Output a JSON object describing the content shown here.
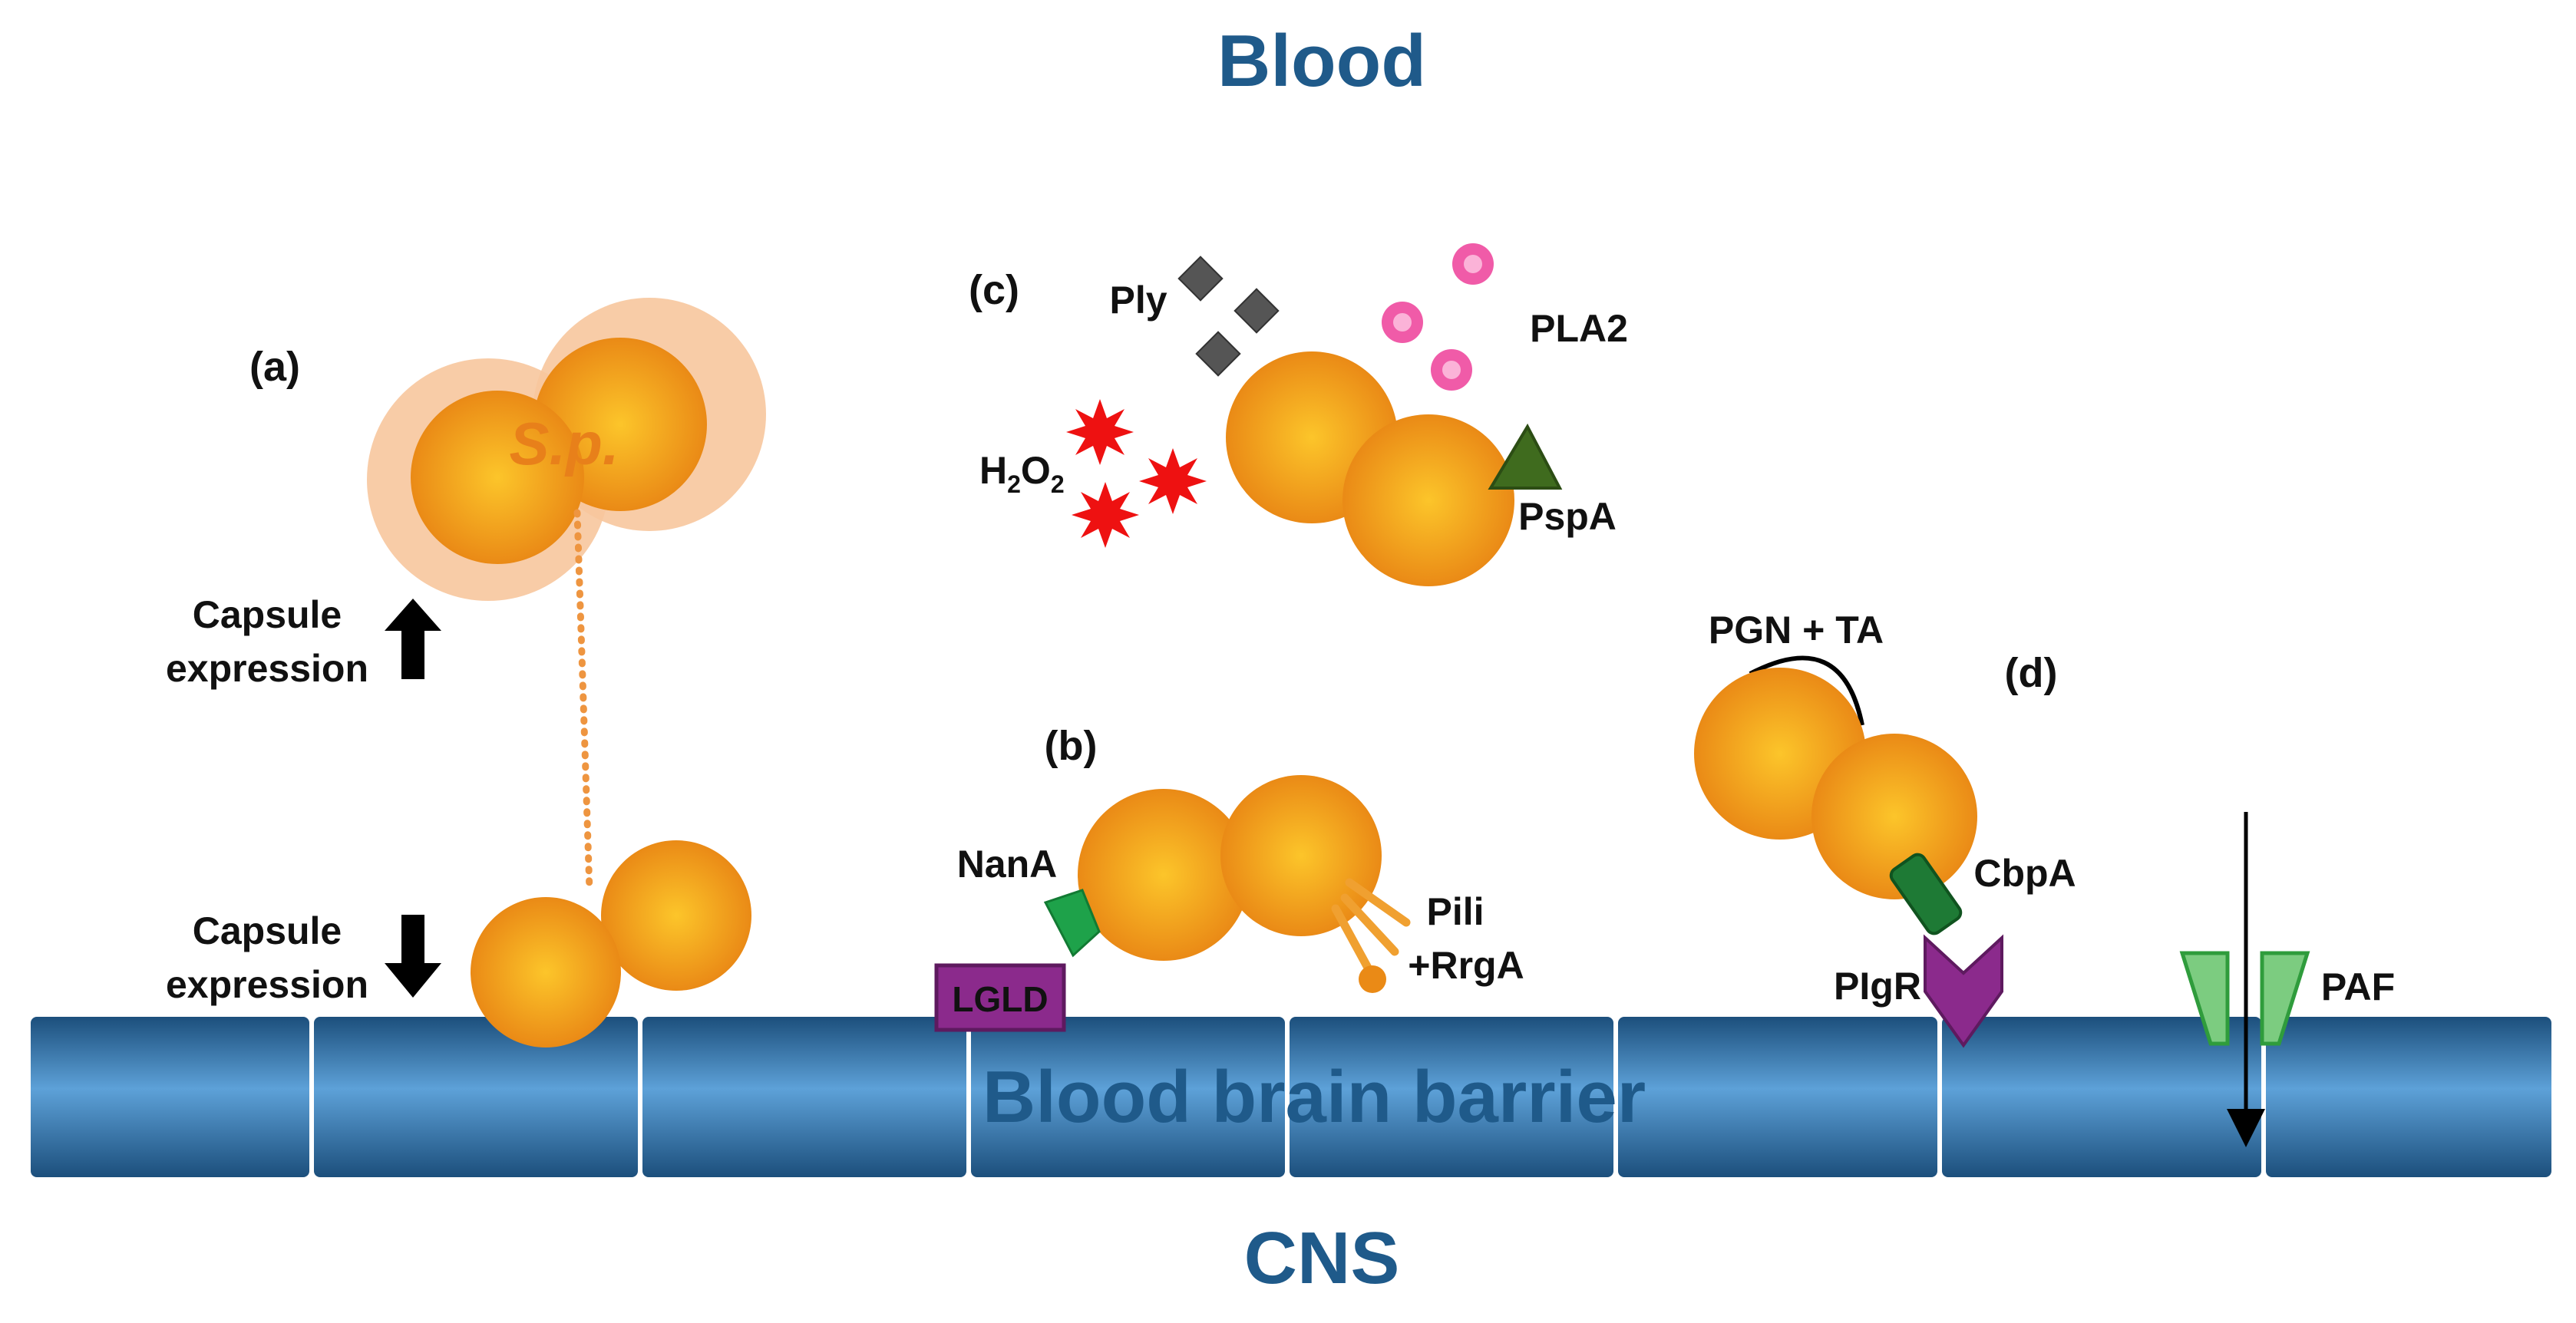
{
  "regions": {
    "top": "Blood",
    "barrier": "Blood brain barrier",
    "bottom": "CNS"
  },
  "panels": {
    "a": "(a)",
    "b": "(b)",
    "c": "(c)",
    "d": "(d)"
  },
  "bacterium": {
    "abbrev": "S.p."
  },
  "capsule": {
    "up_line1": "Capsule",
    "up_line2": "expression",
    "down_line1": "Capsule",
    "down_line2": "expression"
  },
  "factors": {
    "ply": "Ply",
    "pla2": "PLA2",
    "h2o2_h": "H",
    "h2o2_2a": "2",
    "h2o2_o": "O",
    "h2o2_2b": "2",
    "pspa": "PspA",
    "nana": "NanA",
    "lgld": "LGLD",
    "pili": "Pili",
    "rrga": "+RrgA",
    "pgn_ta": "PGN + TA",
    "cbpa": "CbpA",
    "pigr": "PIgR",
    "paf": "PAF"
  },
  "colors": {
    "bacterium_center": "#fcc52a",
    "bacterium_edge": "#ea8a16",
    "capsule_halo": "#f7c79d",
    "barrier_light": "#5da1d8",
    "barrier_dark": "#1c4f7c",
    "title_blue": "#1f5a8a",
    "ply_gray": "#555555",
    "pla2_pink": "#f05ba8",
    "h2o2_red": "#ee1111",
    "pspa_green": "#3f6b1e",
    "nana_green": "#1ea24a",
    "cbpa_green": "#1e7a35",
    "lgld_purple": "#8b2a8c",
    "pigr_purple": "#8b2a8c",
    "paf_green": "#7ccc80"
  }
}
